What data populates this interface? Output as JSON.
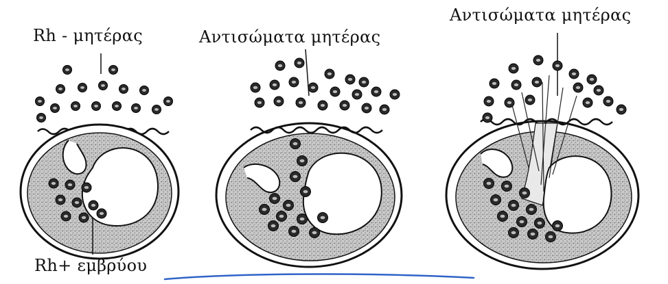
{
  "diagram": {
    "labels": {
      "rh_minus_mother": "Rh - μητέρας",
      "maternal_antibodies_1": "Αντισώματα μητέρας",
      "maternal_antibodies_2": "Αντισώματα μητέρας",
      "rh_plus_fetus": "Rh+ εμβρύου"
    },
    "stages": [
      {
        "id": "stage-1"
      },
      {
        "id": "stage-2"
      },
      {
        "id": "stage-3"
      }
    ],
    "colors": {
      "ink": "#111111",
      "stipple": "#777777",
      "cell": "#2a2a2a",
      "pen_stroke": "#2f63c8"
    }
  }
}
